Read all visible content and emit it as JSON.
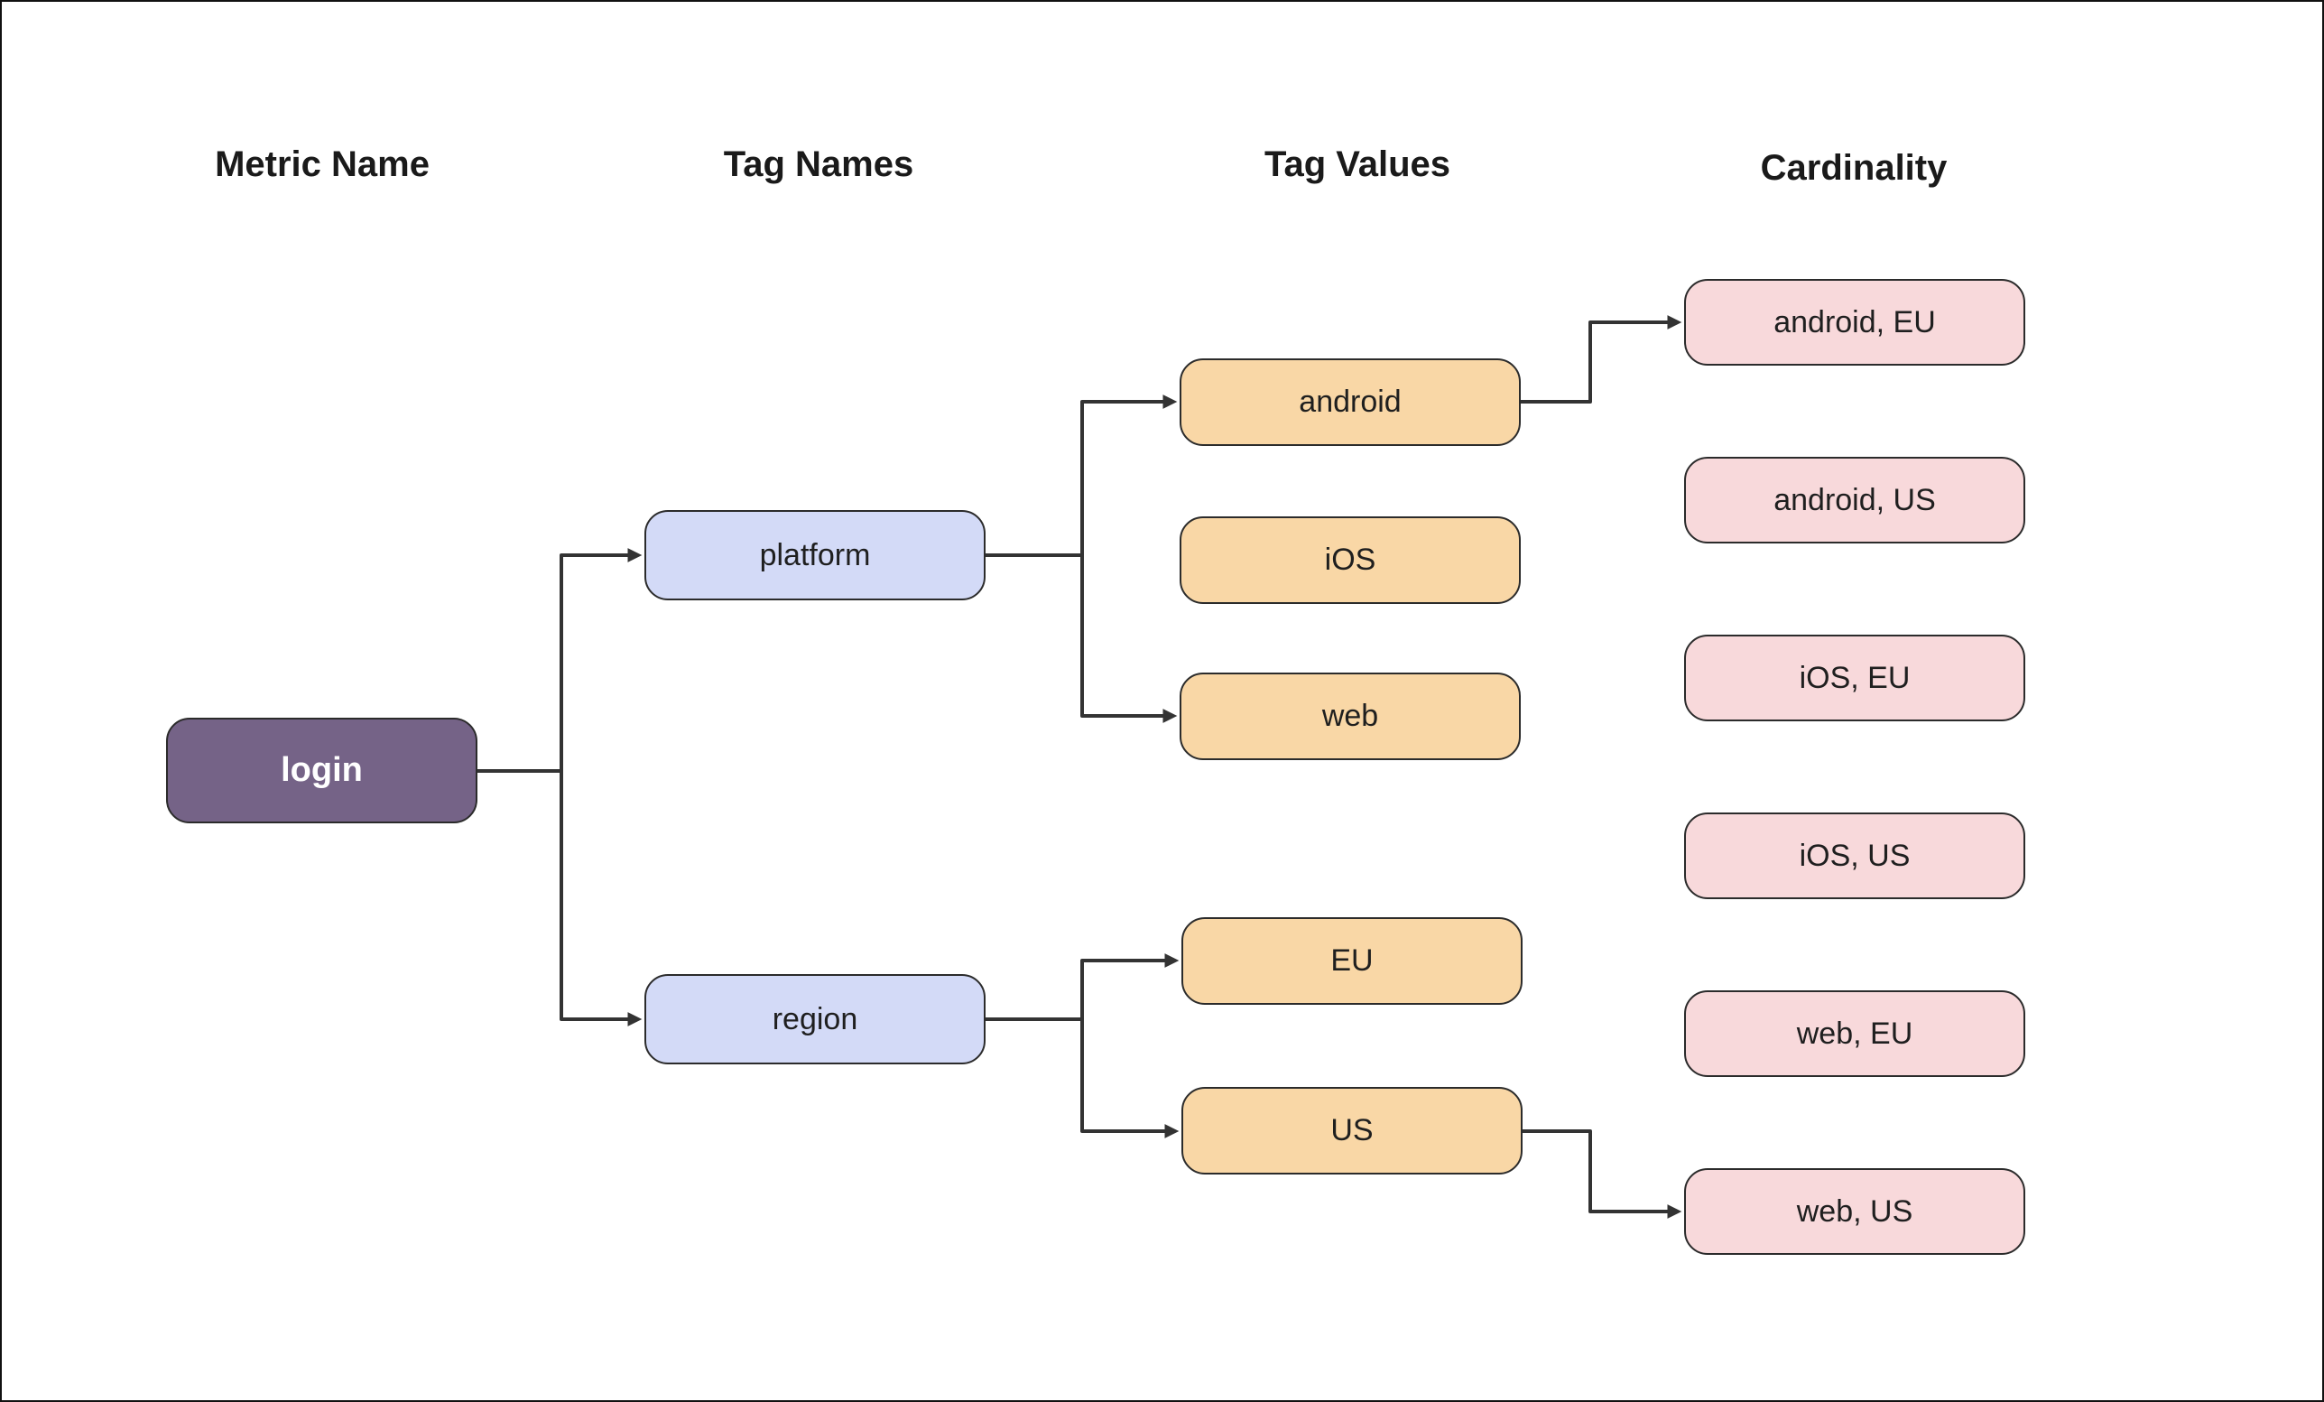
{
  "columns": {
    "metric_name": "Metric Name",
    "tag_names": "Tag Names",
    "tag_values": "Tag Values",
    "cardinality": "Cardinality"
  },
  "nodes": {
    "login": "login",
    "platform": "platform",
    "region": "region",
    "android": "android",
    "ios": "iOS",
    "web": "web",
    "eu": "EU",
    "us": "US",
    "android_eu": "android, EU",
    "android_us": "android, US",
    "ios_eu": "iOS, EU",
    "ios_us": "iOS, US",
    "web_eu": "web, EU",
    "web_us": "web, US"
  },
  "edges": [
    {
      "from": "login",
      "to": "platform"
    },
    {
      "from": "login",
      "to": "region"
    },
    {
      "from": "platform",
      "to": "android"
    },
    {
      "from": "platform",
      "to": "web"
    },
    {
      "from": "region",
      "to": "eu"
    },
    {
      "from": "region",
      "to": "us"
    },
    {
      "from": "android",
      "to": "android_eu"
    },
    {
      "from": "us",
      "to": "web_us"
    }
  ],
  "colors": {
    "metric_fill": "#756387",
    "metric_text": "#ffffff",
    "tag_name_fill": "#d3daf7",
    "tag_value_fill": "#f9d7a6",
    "cardinality_fill": "#f8d9db",
    "node_border": "#2b2b2b",
    "connector": "#333333",
    "header_text": "#1a1a1a",
    "node_text": "#1f1f1f"
  }
}
